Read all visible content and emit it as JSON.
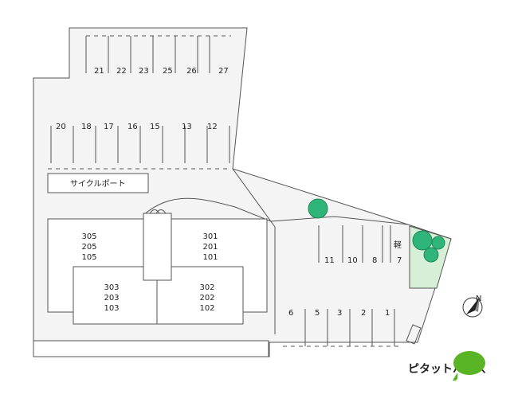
{
  "map": {
    "cycle_port_label": "サイクルポート",
    "kei_label": "軽",
    "north_label": "N",
    "logo_text": "ピタットハウス",
    "building": {
      "block_a": [
        "305",
        "205",
        "105"
      ],
      "block_b": [
        "301",
        "201",
        "101"
      ],
      "block_c": [
        "303",
        "203",
        "103"
      ],
      "block_d": [
        "302",
        "202",
        "102"
      ]
    },
    "parking": {
      "top_row": [
        "21",
        "22",
        "23",
        "25",
        "26",
        "27"
      ],
      "middle_row": [
        "20",
        "18",
        "17",
        "16",
        "15",
        "13",
        "12"
      ],
      "right_upper": [
        "11",
        "10",
        "8",
        "7"
      ],
      "right_lower": [
        "6",
        "5",
        "3",
        "2",
        "1"
      ]
    },
    "colors": {
      "ground": "#f4f4f4",
      "building": "#ffffff",
      "green_area": "#d7efd7",
      "tree": "#2fb47a",
      "logo_green": "#5ab526"
    }
  }
}
